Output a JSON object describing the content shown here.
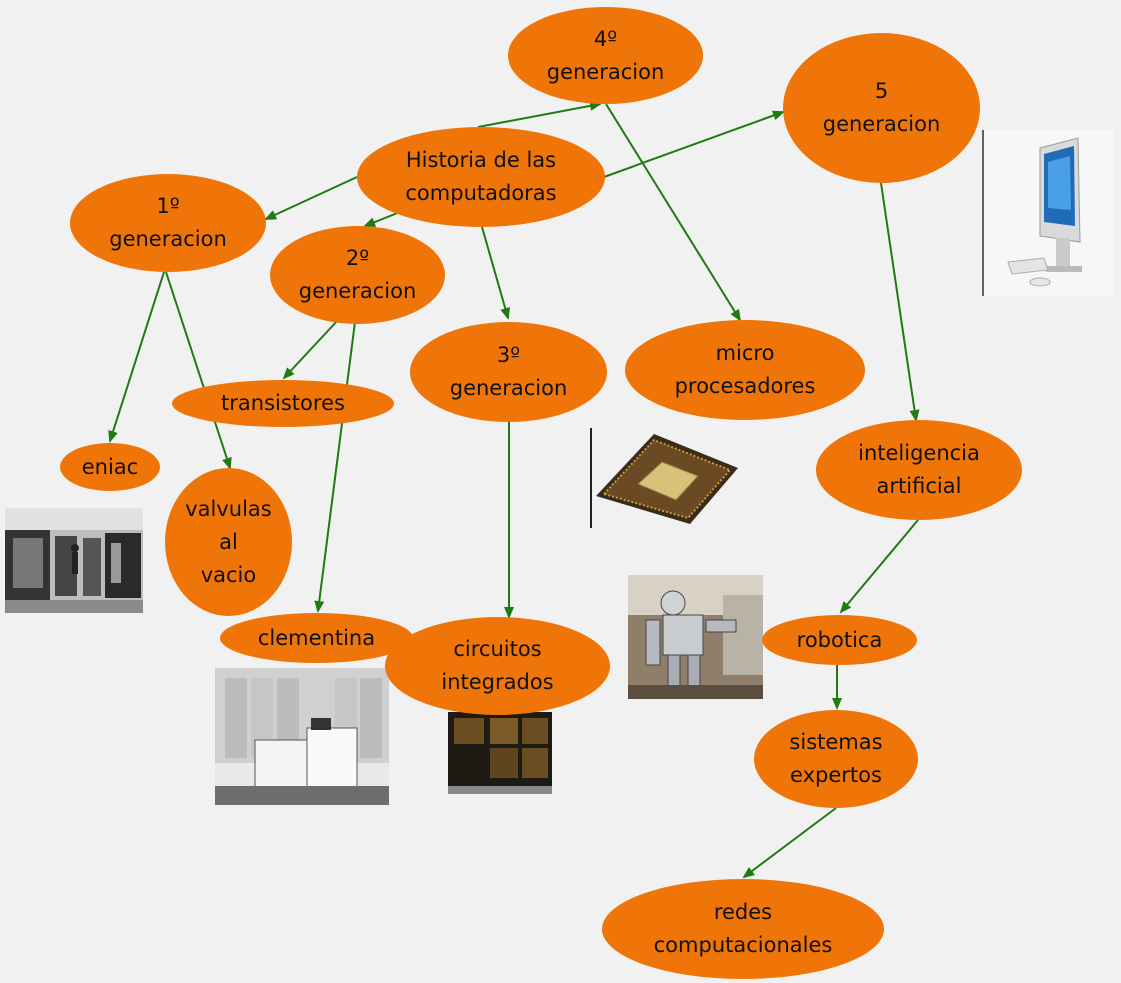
{
  "diagram": {
    "colors": {
      "node_fill": "#f07508",
      "edge_color": "#1f7a12",
      "background": "#f1f1f1",
      "text": "#111111"
    },
    "nodes": {
      "historia": "Historia de las\ncomputadoras",
      "gen1": "1º\ngeneracion",
      "gen2": "2º\ngeneracion",
      "gen3": "3º\ngeneracion",
      "gen4": "4º\ngeneracion",
      "gen5": "5\ngeneracion",
      "eniac": "eniac",
      "valvulas": "valvulas\nal\nvacio",
      "transistores": "transistores",
      "clementina": "clementina",
      "circuitos": "circuitos\nintegrados",
      "micro": "micro\nprocesadores",
      "ia": "inteligencia\nartificial",
      "robotica": "robotica",
      "sistemas": "sistemas\nexpertos",
      "redes": "redes\ncomputacionales"
    },
    "images": [
      {
        "name": "eniac-photo",
        "depicts": "eniac"
      },
      {
        "name": "clementina-photo",
        "depicts": "clementina"
      },
      {
        "name": "integrated-circuit-computer-photo",
        "depicts": "circuitos integrados"
      },
      {
        "name": "microprocessor-chip-photo",
        "depicts": "micro procesadores"
      },
      {
        "name": "robot-photo",
        "depicts": "robotica"
      },
      {
        "name": "imac-computer-photo",
        "depicts": "5 generacion"
      }
    ]
  }
}
